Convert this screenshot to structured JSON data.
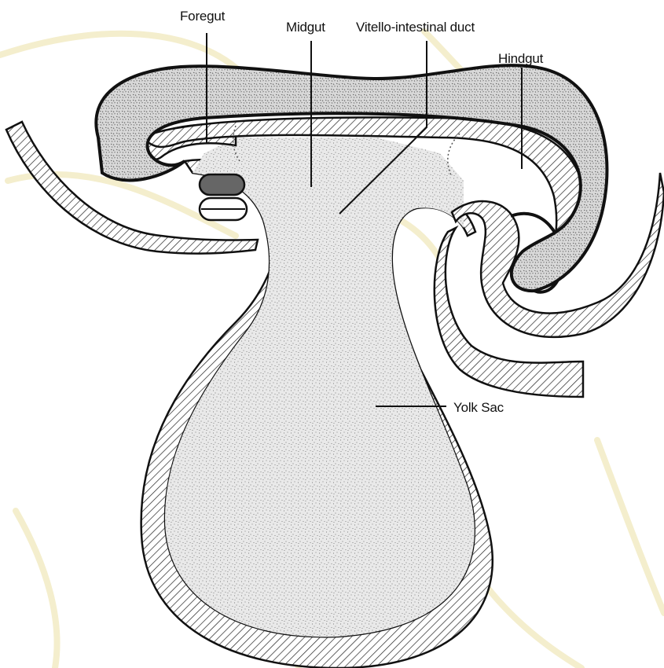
{
  "labels": {
    "foregut": "Foregut",
    "midgut": "Midgut",
    "vitello_intestinal_duct": "Vitello-intestinal duct",
    "hindgut": "Hindgut",
    "yolk_sac": "Yolk Sac"
  },
  "colors": {
    "outline": "#111111",
    "stipple_fill": "#e6e6e6",
    "dark_stipple_fill": "#d2d2d2",
    "hatch": "#222222",
    "watermark": "#f4eecd",
    "background": "#ffffff",
    "dark_structure": "#666666"
  }
}
